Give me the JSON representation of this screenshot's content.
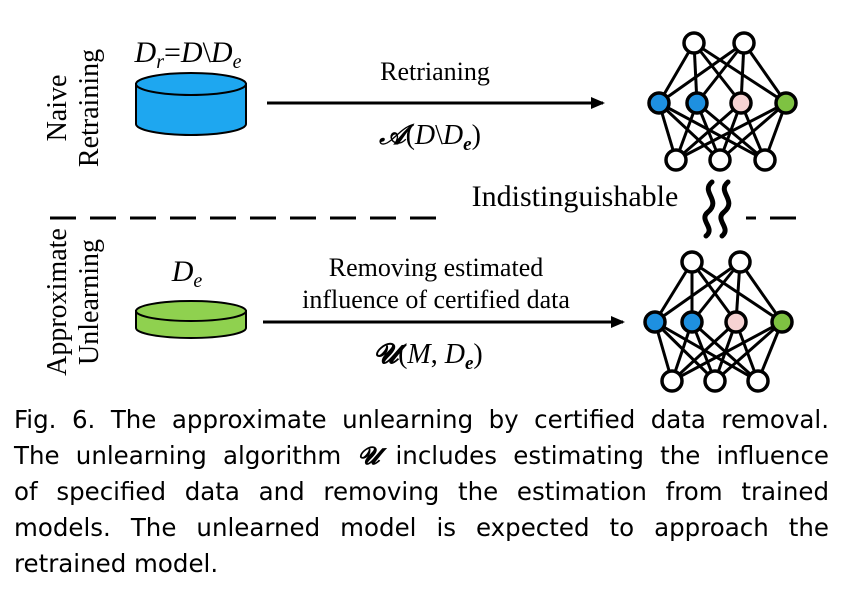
{
  "rows": {
    "naive": {
      "label_line1": "Naive",
      "label_line2": "Retraining",
      "dataset_label": "D_r = D\\D_e",
      "arrow_top": "Retrianing",
      "arrow_bottom": "𝒜(D\\De)"
    },
    "approx": {
      "label_line1": "Approximate",
      "label_line2": "Unlearning",
      "dataset_label": "D_e",
      "arrow_top_line1": "Removing estimated",
      "arrow_top_line2": "influence of certified data",
      "arrow_bottom": "𝓤(M, De)"
    }
  },
  "separator_label": "Indistinguishable",
  "approx_symbol": "≈",
  "caption": {
    "line1": "Fig. 6.  The approximate unlearning by certified data removal.",
    "line2_pre": "The unlearning algorithm ",
    "line2_sym": "𝓤",
    "line2_post": " includes estimating the influence",
    "line3": "of specified data and removing the estimation from trained",
    "line4": "models. The unlearned model is expected to approach the",
    "line5": "retrained model."
  },
  "colors": {
    "cylinder_naive": "#1ea7f0",
    "cylinder_approx": "#8fd14f",
    "node_blue": "#1e90e0",
    "node_pink": "#f6d3d3",
    "node_green": "#7ec242",
    "node_white": "#ffffff",
    "line": "#000000"
  }
}
